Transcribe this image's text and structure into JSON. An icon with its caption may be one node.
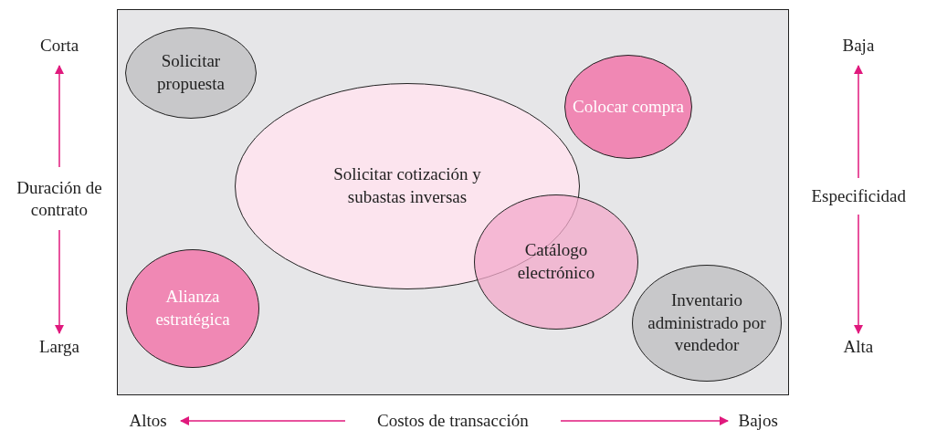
{
  "diagram": {
    "nodes": [
      {
        "text": [
          "Solicitar propuesta"
        ]
      },
      {
        "text": [
          "Colocar compra"
        ]
      },
      {
        "text": [
          "Solicitar cotización y subastas inversas"
        ]
      },
      {
        "text": [
          "Catálogo electrónico"
        ]
      },
      {
        "text": [
          "Alianza estratégica"
        ]
      },
      {
        "text": [
          "Inventario administrado por vendedor"
        ]
      }
    ],
    "edges": [],
    "labels": [
      "Corta",
      "Baja",
      "Duración de contrato",
      "Especificidad",
      "Larga",
      "Alta",
      "Altos",
      "Costos de transacción",
      "Bajos"
    ]
  }
}
